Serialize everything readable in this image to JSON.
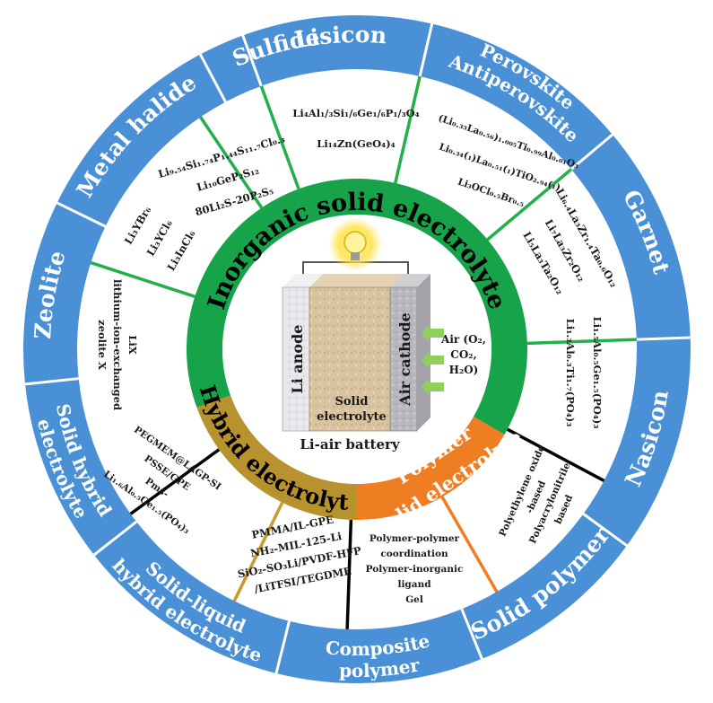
{
  "colors": {
    "outer_ring": "#4a90d6",
    "outer_ring_dark": "#3a7bc0",
    "inorganic_ring": "#16a34a",
    "hybrid_ring": "#b8922c",
    "polymer_ring": "#ef7d22",
    "divider_green": "#22b04a",
    "divider_black": "#000000",
    "divider_gold": "#c99a2e",
    "divider_orange": "#ef7d22",
    "bulb": "#ffe24d"
  },
  "outer_categories": [
    {
      "id": "lisicon",
      "label": "Lisicon"
    },
    {
      "id": "perovskite",
      "label": "Perovskite",
      "label2": "Antiperovskite"
    },
    {
      "id": "garnet",
      "label": "Garnet"
    },
    {
      "id": "nasicon",
      "label": "Nasicon"
    },
    {
      "id": "solid-polymer",
      "label": "Solid polymer"
    },
    {
      "id": "composite-polymer",
      "label": "Composite",
      "label2": "polymer"
    },
    {
      "id": "solid-liquid",
      "label": "Solid-liquid",
      "label2": "hybrid electrolyte"
    },
    {
      "id": "solid-hybrid",
      "label": "Solid hybrid",
      "label2": "electrolyte"
    },
    {
      "id": "zeolite",
      "label": "Zeolite"
    },
    {
      "id": "metal-halide",
      "label": "Metal halide"
    },
    {
      "id": "sulfide",
      "label": "Sulfide"
    }
  ],
  "inner_rings": {
    "inorganic": "Inorganic solid electrolyte",
    "hybrid": "Hybrid electrolyte",
    "polymer_line1": "Polymer",
    "polymer_line2": "solid electrolyte"
  },
  "materials": {
    "lisicon": [
      "Li₄Al₁/₃Si₁/₆Ge₁/₆P₁/₃O₄",
      "Li₁₄Zn(GeO₄)₄"
    ],
    "perovskite": [
      "(Li₀.₃₃La₀.₅₆)₁.₀₀₅Ti₀.₉₉Al₀.₀₁O₃",
      "Li₀.₃₄(₁)La₀.₅₁(₁)TiO₂.₉₄(₁)",
      "Li₃OCl₀.₅Br₀.₅"
    ],
    "garnet": [
      "Li₆.₄La₃Zr₁.₄Ta₀.₆O₁₂",
      "Li₇La₃Zr₂O₁₂",
      "Li₅La₃Ta₂O₁₂"
    ],
    "nasicon": [
      "Li₁.₅Al₀.₅Ge₁.₅(PO₄)₃",
      "Li₁.₃Al₀.₃Ti₁.₇(PO₄)₃"
    ],
    "solid_polymer": [
      "Polyethylene oxide",
      "-based",
      "Polyacrylonitrile",
      "based"
    ],
    "composite": [
      "Polymer-polymer",
      "coordination",
      "Polymer-inorganic",
      "ligand",
      "Gel"
    ],
    "solid_liquid": [
      "PMMA/IL-GPE",
      "NH₂-MIL-125-Li",
      "SiO₂-SO₃Li/PVDF-HFP",
      "/LiTFSI/TEGDME"
    ],
    "solid_hybrid": [
      "PEGMEM@LAGP-SI",
      "PSSE/GPE",
      "Pms-",
      "Li₁.₆Al₀.₅Ge₁.₅(PO₄)₃"
    ],
    "zeolite": [
      "LiX",
      "lithium-ion-exchanged",
      "zeolite X"
    ],
    "metal_halide": [
      "Li₃YBr₆",
      "Li₃YCl₆",
      "Li₃InCl₆"
    ],
    "sulfide": [
      "Li₉.₅₄Si₁.₇₄P₁.₄₄S₁₁.₇Cl₀.₃",
      "Li₁₀GeP₂S₁₂",
      "80Li₂S-20P₂S₅"
    ]
  },
  "battery": {
    "anode": "Li anode",
    "cathode": "Air cathode",
    "electrolyte_line1": "Solid",
    "electrolyte_line2": "electrolyte",
    "caption": "Li-air battery",
    "air_line1": "Air (O₂,",
    "air_line2": "CO₂,",
    "air_line3": "H₂O)"
  }
}
